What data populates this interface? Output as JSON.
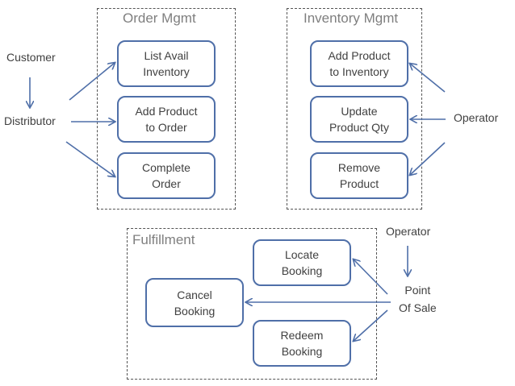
{
  "groups": {
    "order": {
      "title": "Order Mgmt"
    },
    "inventory": {
      "title": "Inventory Mgmt"
    },
    "fulfillment": {
      "title": "Fulfillment"
    }
  },
  "actors": {
    "customer": "Customer",
    "distributor": "Distributor",
    "operator_inventory": "Operator",
    "operator_pos": "Operator",
    "point_of_sale": "Point\nOf Sale"
  },
  "use_cases": {
    "list_avail_inventory": "List Avail\nInventory",
    "add_product_to_order": "Add Product\nto Order",
    "complete_order": "Complete\nOrder",
    "add_product_to_inventory": "Add Product\nto Inventory",
    "update_product_qty": "Update\nProduct Qty",
    "remove_product": "Remove\nProduct",
    "locate_booking": "Locate\nBooking",
    "cancel_booking": "Cancel\nBooking",
    "redeem_booking": "Redeem\nBooking"
  },
  "colors": {
    "box_border": "#4f6fa8",
    "arrow": "#4f6fa8",
    "group_title": "#7f7f7f"
  }
}
